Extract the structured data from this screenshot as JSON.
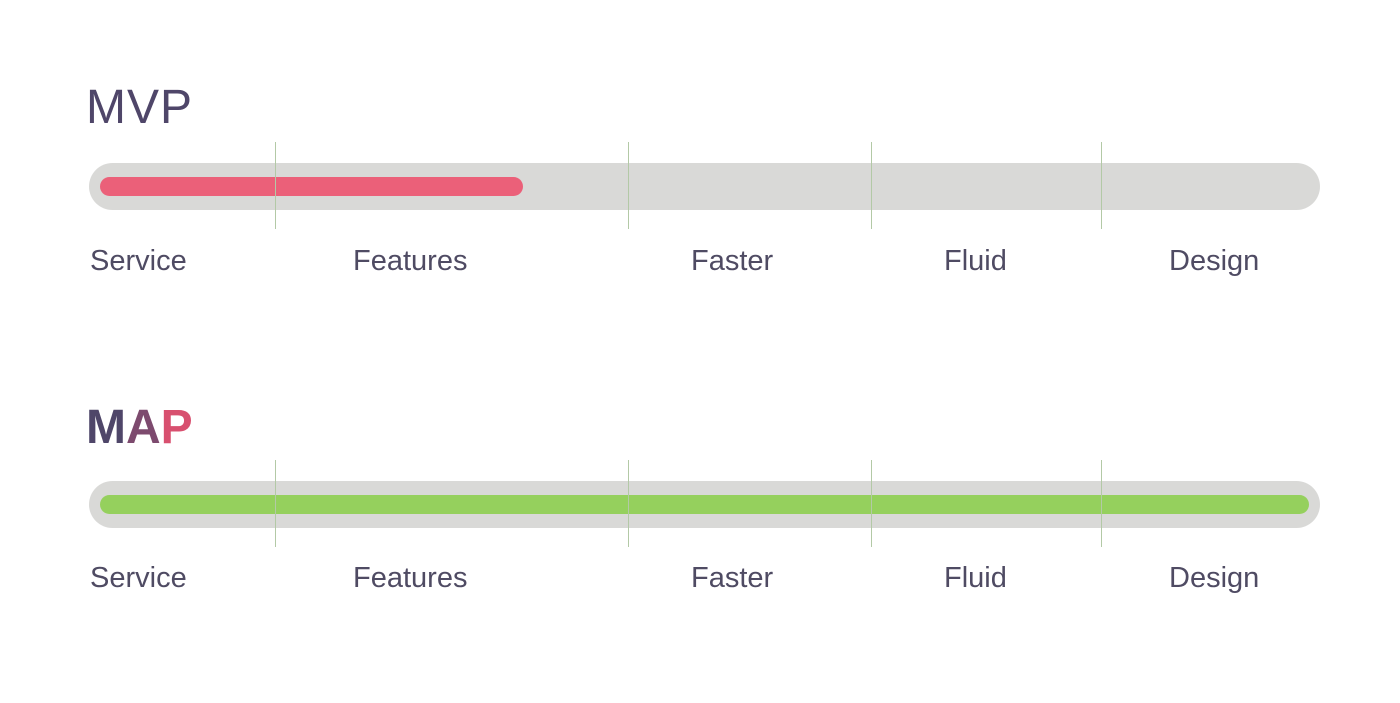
{
  "colors": {
    "title": "#4f4669",
    "label": "#4f4b63",
    "track": "#d9d9d7",
    "divider": "#b3c9a6",
    "background": "#ffffff"
  },
  "stage_labels": [
    "Service",
    "Features",
    "Faster",
    "Fluid",
    "Design"
  ],
  "rows": [
    {
      "title": "MVP",
      "title_letter_colors": [
        "#4f4669",
        "#4f4669",
        "#4f4669"
      ],
      "progress_fraction": 0.35,
      "fill_color": "#eb6079",
      "stages": [
        "Service",
        "Features",
        "Faster",
        "Fluid",
        "Design"
      ]
    },
    {
      "title": "MAP",
      "title_letter_colors": [
        "#4f4669",
        "#7d4a6e",
        "#d8506f"
      ],
      "progress_fraction": 1.0,
      "fill_color": "#95d05d",
      "stages": [
        "Service",
        "Features",
        "Faster",
        "Fluid",
        "Design"
      ]
    }
  ]
}
